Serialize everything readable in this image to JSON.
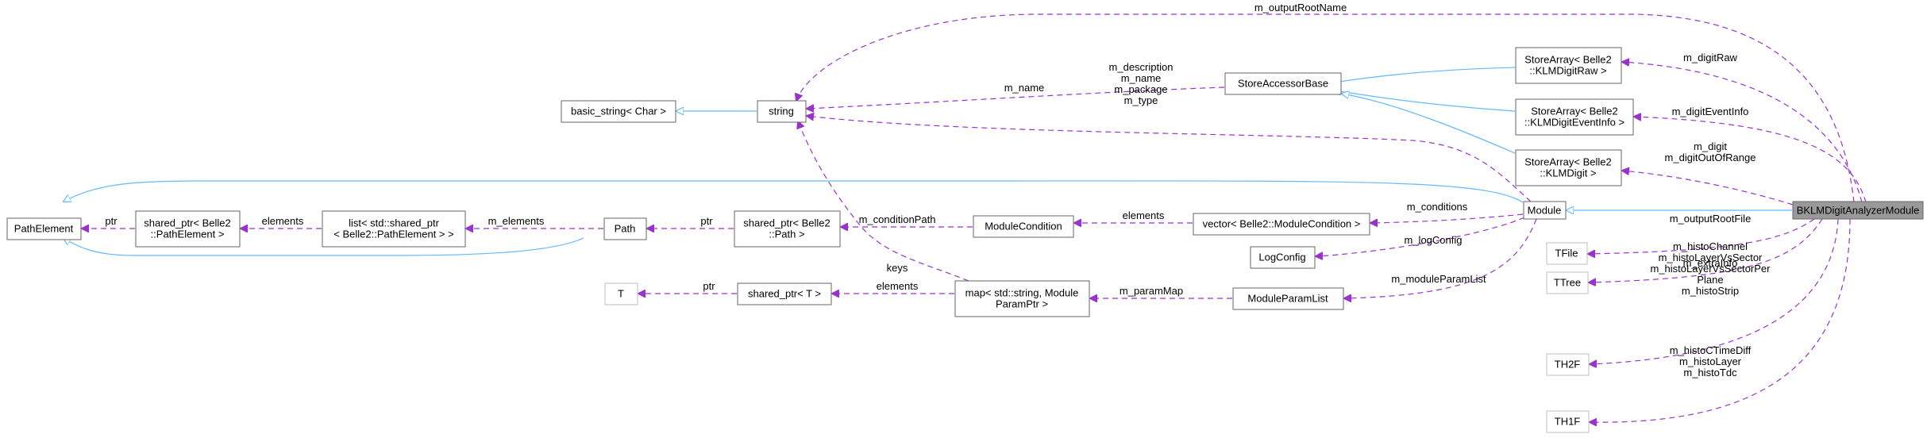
{
  "colors": {
    "inherit": "#63b8ff",
    "usage": "#9a32cd",
    "node_border": "#666666",
    "undoc_border": "#bfbfbf",
    "main_fill": "#999999"
  },
  "nodes": {
    "path_element": "PathElement",
    "shared_ptr_path_element": [
      "shared_ptr< Belle2",
      "::PathElement >"
    ],
    "list_shared_ptr": [
      "list< std::shared_ptr",
      "< Belle2::PathElement > >"
    ],
    "path": "Path",
    "shared_ptr_path": [
      "shared_ptr< Belle2",
      "::Path >"
    ],
    "module_condition": "ModuleCondition",
    "vector_module_condition": "vector< Belle2::ModuleCondition >",
    "log_config": "LogConfig",
    "module_param_list": "ModuleParamList",
    "map_string_module_param": [
      "map< std::string, Module",
      "ParamPtr >"
    ],
    "shared_ptr_t": "shared_ptr< T >",
    "t": "T",
    "basic_string": "basic_string< Char >",
    "string": "string",
    "store_accessor_base": "StoreAccessorBase",
    "store_array_klm_digit_raw": [
      "StoreArray< Belle2",
      "::KLMDigitRaw >"
    ],
    "store_array_klm_digit_event_info": [
      "StoreArray< Belle2",
      "::KLMDigitEventInfo >"
    ],
    "store_array_klm_digit": [
      "StoreArray< Belle2",
      "::KLMDigit >"
    ],
    "module": "Module",
    "tfile": "TFile",
    "ttree": "TTree",
    "th2f": "TH2F",
    "th1f": "TH1F",
    "bklm_digit_analyzer_module": "BKLMDigitAnalyzerModule"
  },
  "edge_labels": {
    "ptr_path_element": [
      "ptr"
    ],
    "elements_list": [
      "elements"
    ],
    "m_elements": [
      "m_elements"
    ],
    "ptr_path": [
      "ptr"
    ],
    "m_condition_path": [
      "m_conditionPath"
    ],
    "elements_condition": [
      "elements"
    ],
    "m_conditions": [
      "m_conditions"
    ],
    "m_log_config": [
      "m_logConfig"
    ],
    "m_module_param_list": [
      "m_moduleParamList"
    ],
    "m_param_map": [
      "m_paramMap"
    ],
    "elements_map": [
      "elements"
    ],
    "ptr_t": [
      "ptr"
    ],
    "keys": [
      "keys"
    ],
    "m_name": [
      "m_name"
    ],
    "module_strings": [
      "m_description",
      "m_name",
      "m_package",
      "m_type"
    ],
    "m_output_root_name": [
      "m_outputRootName"
    ],
    "m_digit_raw": [
      "m_digitRaw"
    ],
    "m_digit_event_info": [
      "m_digitEventInfo"
    ],
    "m_digit": [
      "m_digit",
      "m_digitOutOfRange"
    ],
    "m_output_root_file": [
      "m_outputRootFile"
    ],
    "m_extra_info": [
      "m_extraInfo"
    ],
    "m_histo_2d": [
      "m_histoChannel",
      "m_histoLayerVsSector",
      "m_histoLayerVsSectorPer",
      "Plane",
      "m_histoStrip"
    ],
    "m_histo_1d": [
      "m_histoCTimeDiff",
      "m_histoLayer",
      "m_histoTdc"
    ]
  }
}
